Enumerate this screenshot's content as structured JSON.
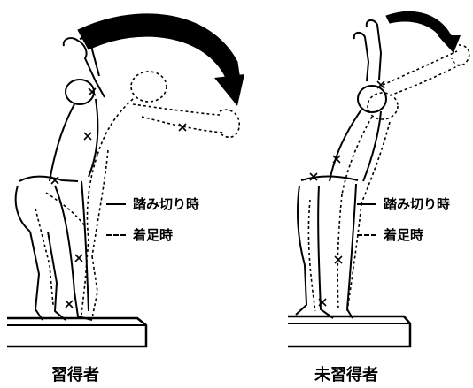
{
  "panels": [
    {
      "legend": {
        "solid": "踏み切り時",
        "dashed": "着足時"
      },
      "caption": "習得者"
    },
    {
      "legend": {
        "solid": "踏み切り時",
        "dashed": "着足時"
      },
      "caption": "未習得者"
    }
  ],
  "colors": {
    "ink": "#000000",
    "background": "#ffffff"
  }
}
